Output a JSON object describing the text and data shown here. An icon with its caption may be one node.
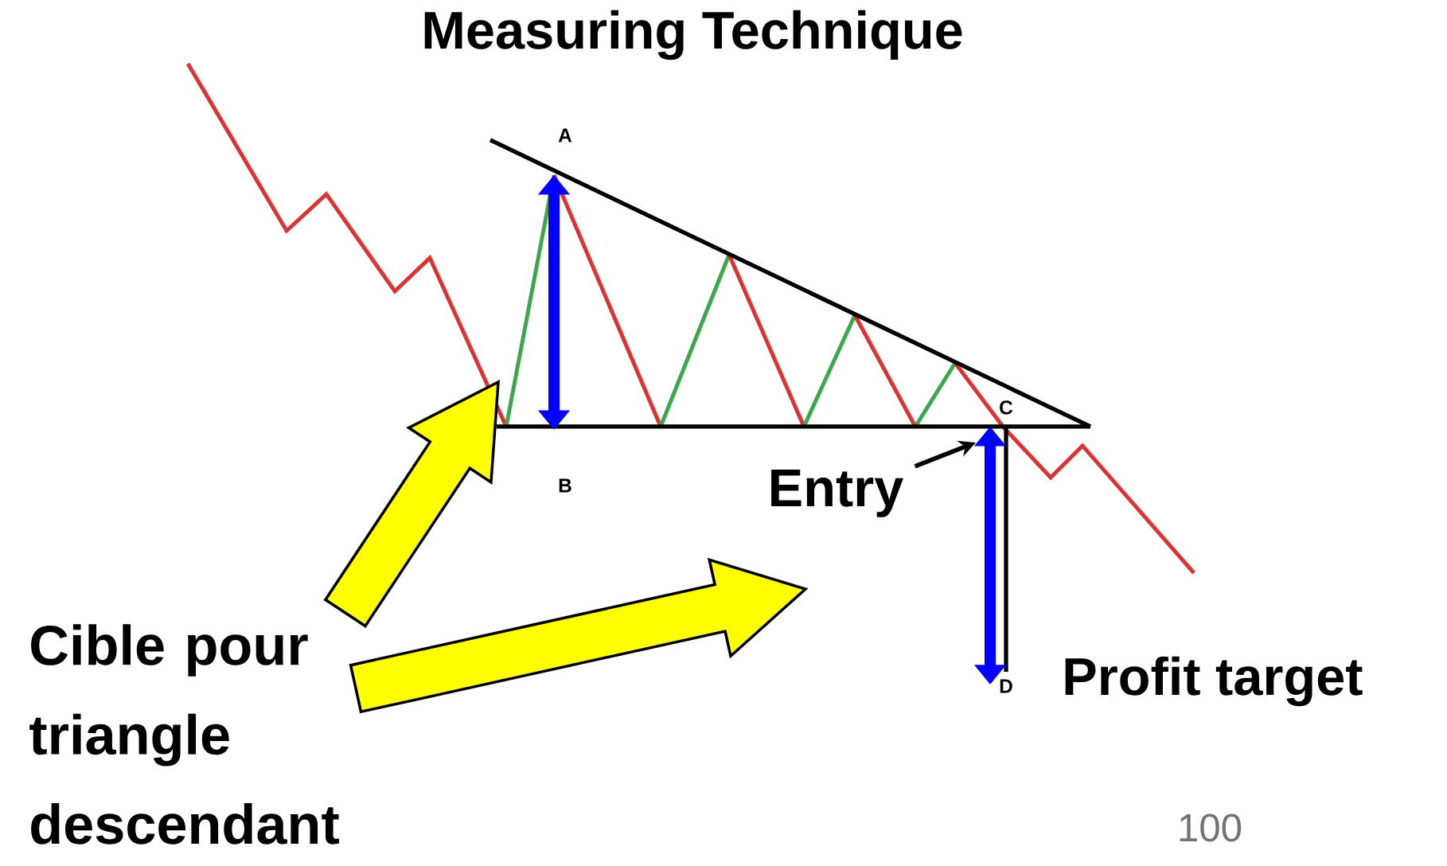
{
  "diagram": {
    "title": "Measuring Technique",
    "nodes": [
      {
        "text": [
          "Cible pour triangle descendant"
        ]
      },
      {
        "text": [
          "Entry"
        ]
      }
    ],
    "edges": [
      {
        "from": 0,
        "to": null,
        "arrow": "to",
        "style": "thick",
        "color": "#ffff00"
      },
      {
        "from": 0,
        "to": null,
        "arrow": "to",
        "style": "thick",
        "color": "#ffff00"
      },
      {
        "from": 1,
        "to": null,
        "arrow": "to",
        "color": "#000000"
      }
    ],
    "labels": [
      "A",
      "B",
      "C",
      "D",
      "Profit target",
      "100"
    ]
  }
}
